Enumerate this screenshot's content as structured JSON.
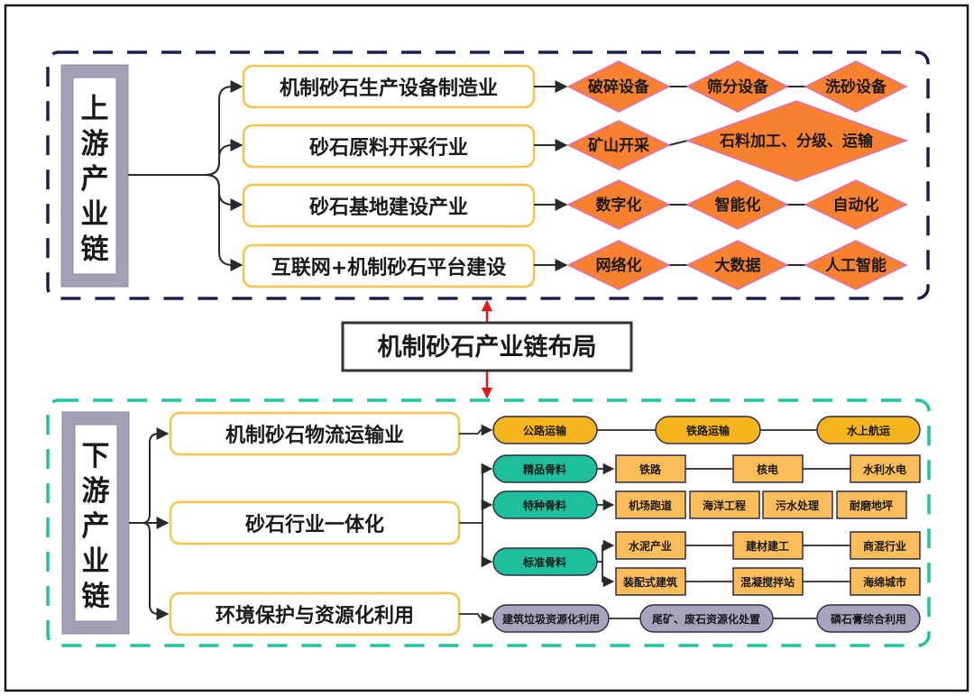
{
  "title": "机制砂石产业链布局",
  "colors": {
    "upstream_border": "#1b1f4d",
    "downstream_border": "#1ec3a0",
    "category_fill": "#ffffff",
    "category_border": "#f7c24a",
    "diamond_fill": "#f8812f",
    "diamond_border": "#d96fc4",
    "transport_fill": "#f5b41c",
    "aggregate_fill": "#1dbf9d",
    "application_fill": "#fbbc5a",
    "recycle_fill": "#aaa3bd",
    "node_border": "#2d2d4a",
    "label_box_fill": "#a49fb6",
    "center_arrow": "#e01818"
  },
  "upstream": {
    "label": [
      "上",
      "游",
      "产",
      "业",
      "链"
    ],
    "rows": [
      {
        "category": "机制砂石生产设备制造业",
        "items": [
          "破碎设备",
          "筛分设备",
          "洗砂设备"
        ]
      },
      {
        "category": "砂石原料开采行业",
        "items": [
          "矿山开采",
          "石料加工、分级、运输"
        ]
      },
      {
        "category": "砂石基地建设产业",
        "items": [
          "数字化",
          "智能化",
          "自动化"
        ]
      },
      {
        "category": "互联网+机制砂石平台建设",
        "items": [
          "网络化",
          "大数据",
          "人工智能"
        ]
      }
    ]
  },
  "downstream": {
    "label": [
      "下",
      "游",
      "产",
      "业",
      "链"
    ],
    "logistics": {
      "category": "机制砂石物流运输业",
      "items": [
        "公路运输",
        "铁路运输",
        "水上航运"
      ]
    },
    "integration": {
      "category": "砂石行业一体化",
      "aggregates": [
        {
          "name": "精品骨料",
          "uses": [
            "铁路",
            "核电",
            "水利水电"
          ]
        },
        {
          "name": "特种骨料",
          "uses": [
            "机场跑道",
            "海洋工程",
            "污水处理",
            "耐磨地坪"
          ]
        },
        {
          "name": "标准骨料",
          "uses_rows": [
            [
              "水泥产业",
              "建材建工",
              "商混行业"
            ],
            [
              "装配式建筑",
              "混凝搅拌站",
              "海绵城市"
            ]
          ]
        }
      ]
    },
    "environment": {
      "category": "环境保护与资源化利用",
      "items": [
        "建筑垃圾资源化利用",
        "尾矿、废石资源化处置",
        "磷石膏综合利用"
      ]
    }
  }
}
